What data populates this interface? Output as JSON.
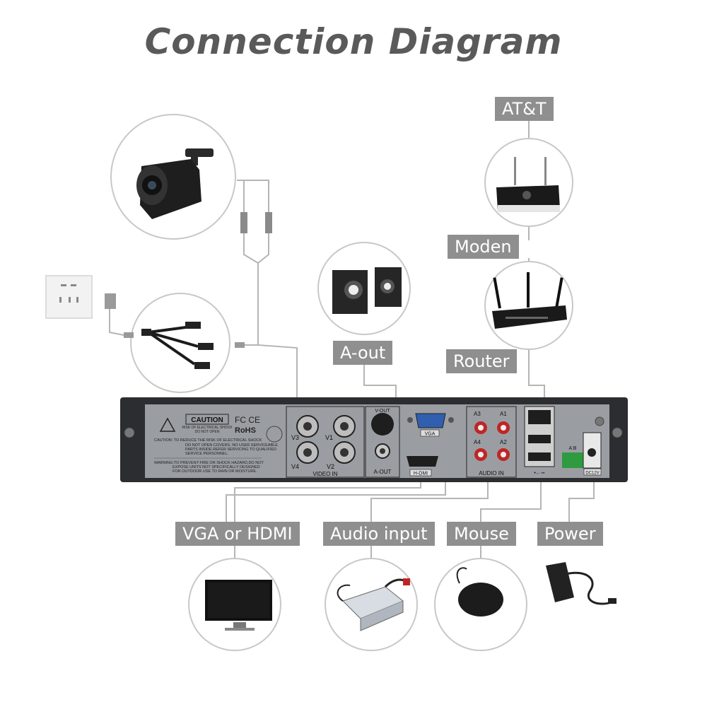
{
  "title": "Connection Diagram",
  "labels": {
    "att": "AT&T",
    "modem": "Moden",
    "router": "Router",
    "aout": "A-out",
    "vga_hdmi": "VGA or HDMI",
    "audio_input": "Audio input",
    "mouse": "Mouse",
    "power": "Power"
  },
  "dvr": {
    "caution": "CAUTION",
    "caution_sub1": "RISK OF ELECTRICAL SHOCK",
    "caution_sub2": "DO NOT OPEN",
    "fcc": "FC CE",
    "rohs": "RoHS",
    "warn1": "CAUTION: TO REDUCE THE RISK OF ELECTRICAL SHOCK",
    "warn2": "DO NOT OPEN COVERS. NO USER SERVICEABLE",
    "warn3": "PARTS INSIDE.REFER SERVICING TO QUALIFIED",
    "warn4": "SERVICE PERSONNEL.",
    "warn5": "WARNING:TO PREVENT FIRE OR SHOCK HAZARD,DO NOT",
    "warn6": "EXPOSE UNITS NOT SPECIFICALLY DESIGNED",
    "warn7": "FOR OUTDOOR USE TO RAIN OR MOISTURE.",
    "v1": "V1",
    "v2": "V2",
    "v3": "V3",
    "v4": "V4",
    "video_in": "VIDEO IN",
    "vout": "V-OUT",
    "aout": "A-OUT",
    "vga": "VGA",
    "hdmi": "H-DMI",
    "a1": "A1",
    "a2": "A2",
    "a3": "A3",
    "a4": "A4",
    "audio_in": "AUDIO IN",
    "usb": "•←⊸",
    "ab": "A  B",
    "dc": "DC12V"
  },
  "colors": {
    "label_bg": "#8f8f8f",
    "line": "#b5b5b5",
    "panel": "#9a9ea3",
    "frame": "#2b2d30"
  }
}
